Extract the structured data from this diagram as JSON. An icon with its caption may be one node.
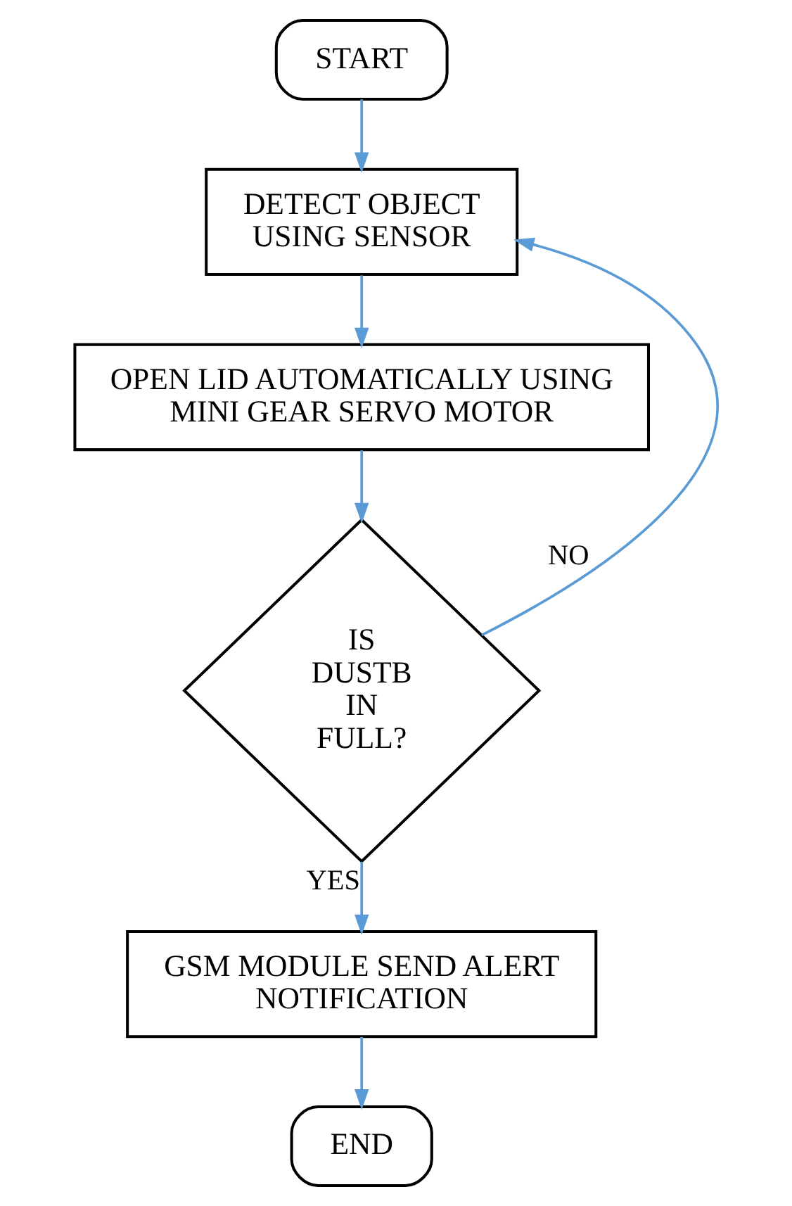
{
  "diagram": {
    "nodes": [
      {
        "text": [
          "START"
        ]
      },
      {
        "text": [
          "DETECT OBJECT USING SENSOR"
        ]
      },
      {
        "text": [
          "OPEN LID AUTOMATICALLY USING MINI GEAR SERVO MOTOR"
        ]
      },
      {
        "text": [
          "IS DUSTB IN FULL?"
        ]
      },
      {
        "text": [
          "GSM MODULE SEND ALERT NOTIFICATION"
        ]
      },
      {
        "text": [
          "END"
        ]
      }
    ],
    "edges": [
      {
        "from": 0,
        "to": 1,
        "arrow": "to"
      },
      {
        "from": 1,
        "to": 2,
        "arrow": "to"
      },
      {
        "from": 2,
        "to": 3,
        "arrow": "to"
      },
      {
        "from": 3,
        "to": 1,
        "arrow": "to",
        "label": "NO"
      },
      {
        "from": 3,
        "to": 4,
        "arrow": "to",
        "label": "YES"
      },
      {
        "from": 4,
        "to": 5,
        "arrow": "to"
      }
    ]
  }
}
